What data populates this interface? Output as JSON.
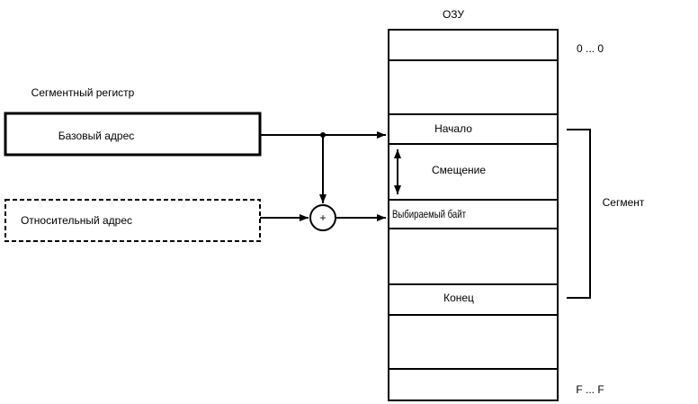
{
  "ram": {
    "title": "ОЗУ",
    "addr_start": "0 ... 0",
    "addr_end": "F ... F",
    "rows": {
      "start": "Начало",
      "offset": "Смещение",
      "selected_byte": "Выбираемый байт",
      "end": "Конец"
    }
  },
  "segment_register": {
    "caption": "Сегментный регистр",
    "base_address": "Базовый адрес"
  },
  "relative_address": "Относительный адрес",
  "adder_symbol": "+",
  "segment_label": "Сегмент"
}
